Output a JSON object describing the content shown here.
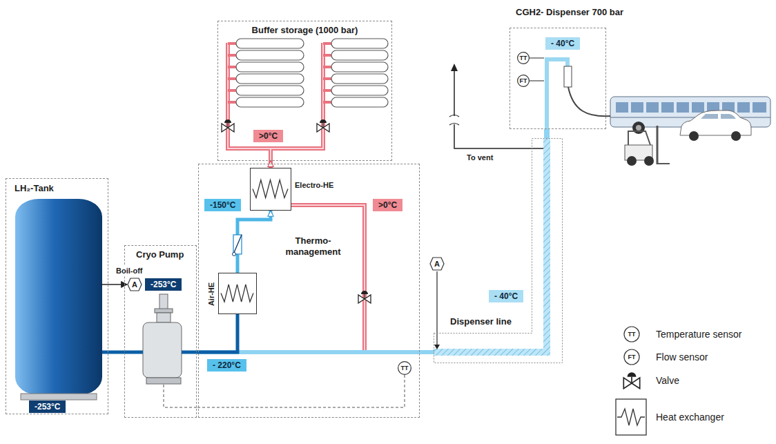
{
  "diagram": {
    "nodes": [
      {
        "text": [
          "Buffer storage (1000 bar)"
        ]
      },
      {
        "text": [
          ">0°C"
        ],
        "in": 0
      },
      {
        "text": [
          "CGH2- Dispenser 700 bar"
        ]
      },
      {
        "text": [
          "- 40°C"
        ],
        "in": 2
      },
      {
        "text": [
          "TT"
        ],
        "in": 2
      },
      {
        "text": [
          "FT"
        ],
        "in": 2
      },
      {
        "text": [
          "LH₂-Tank"
        ]
      },
      {
        "text": [
          "-253°C"
        ],
        "in": 6
      },
      {
        "text": [
          "Cryo Pump"
        ]
      },
      {
        "text": [
          "A"
        ],
        "in": 8
      },
      {
        "text": [
          "-253°C"
        ],
        "in": 8
      },
      {
        "text": [
          "Thermo- management"
        ]
      },
      {
        "text": [
          "Electro-HE"
        ],
        "in": 11
      },
      {
        "text": [
          "-150°C"
        ],
        "in": 11
      },
      {
        "text": [
          ">0°C"
        ],
        "in": 11
      },
      {
        "text": [
          "Air-HE"
        ],
        "in": 11
      },
      {
        "text": [
          "- 220°C"
        ],
        "in": 11
      },
      {
        "text": [
          "TT"
        ],
        "in": 11
      },
      {
        "text": [
          "A"
        ]
      },
      {
        "text": [
          "Dispenser line"
        ]
      },
      {
        "text": [
          "- 40°C"
        ]
      }
    ],
    "edges": [
      {
        "from": 6,
        "to": 8,
        "arrow": "none"
      },
      {
        "from": 6,
        "to": 9,
        "arrow": "to"
      },
      {
        "from": 8,
        "to": 15,
        "arrow": "none"
      },
      {
        "from": 8,
        "to": 19,
        "arrow": "none"
      },
      {
        "from": 15,
        "to": 12,
        "arrow": "to"
      },
      {
        "from": 12,
        "to": 0,
        "arrow": "to"
      },
      {
        "from": 12,
        "to": 19,
        "arrow": "none"
      },
      {
        "from": 17,
        "to": 8,
        "arrow": "none"
      },
      {
        "from": 19,
        "to": 2,
        "arrow": "none"
      }
    ],
    "labels": [
      "Boil-off",
      "To vent",
      "TT",
      "FT"
    ],
    "legend": [
      {
        "text": "Temperature sensor"
      },
      {
        "text": "Flow sensor"
      },
      {
        "text": "Valve"
      },
      {
        "text": "Heat exchanger"
      }
    ]
  }
}
